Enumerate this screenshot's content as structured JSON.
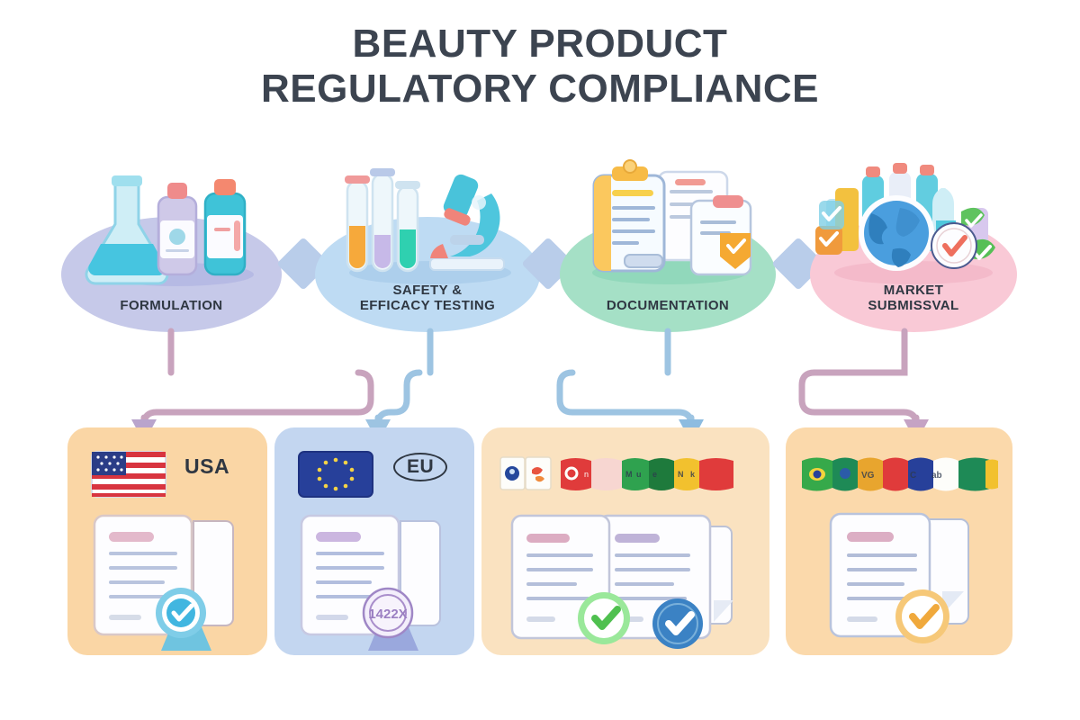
{
  "title": "BEAUTY PRODUCT\nREGULATORY COMPLIANCE",
  "background_color": "#ffffff",
  "title_color": "#3c4450",
  "process": {
    "connector_icon": "diamond-icon",
    "connector_color": "#b9cdea",
    "stages": [
      {
        "label": "FORMULATION",
        "color": "#c6c9e9",
        "art": "flask-and-bottles-icon"
      },
      {
        "label": "SAFETY &\nEFFICACY TESTING",
        "color": "#bedbf3",
        "art": "test-tubes-and-microscope-icon"
      },
      {
        "label": "DOCUMENTATION",
        "color": "#a5e0c6",
        "art": "clipboard-documents-icon"
      },
      {
        "label": "MARKET\nSUBMISSVAL",
        "color": "#f9c9d6",
        "art": "globe-and-products-icon"
      }
    ]
  },
  "connectors": {
    "left_color": "#c8a3bd",
    "mid_color": "#9dc4e2",
    "right_color": "#c8a3bd",
    "arrow_colors": [
      "#b9a4cc",
      "#9dc4e2",
      "#8dbce0",
      "#c5a3c4"
    ]
  },
  "regions": [
    {
      "code": "USA",
      "code_style": "plain",
      "bg_color": "#fad6a5",
      "flags": [
        "us-flag-icon"
      ],
      "seal": {
        "name": "check-seal-icon",
        "color": "#4fb9e0"
      },
      "documents": 2
    },
    {
      "code": "EU",
      "code_style": "oval",
      "bg_color": "#c3d6f0",
      "flags": [
        "eu-flag-icon"
      ],
      "seal": {
        "name": "stamp-seal-icon",
        "color": "#9f87c6",
        "text": "1422X"
      },
      "documents": 2
    },
    {
      "code": "",
      "code_style": "plain",
      "bg_color": "#fae2c0",
      "flags": [
        "japan-flag-icon",
        "korea-flag-icon",
        "china-flag-icon",
        "asean-flags-icon"
      ],
      "seal": {
        "name": "check-seal-icon",
        "color": "#5fc35f"
      },
      "seal2": {
        "name": "check-seal-icon",
        "color": "#3b82c4"
      },
      "documents": 3
    },
    {
      "code": "",
      "code_style": "plain",
      "bg_color": "#fbd9ab",
      "flags": [
        "brazil-flag-icon",
        "latam-flags-icon",
        "mexico-flag-icon"
      ],
      "seal": {
        "name": "check-seal-icon",
        "color": "#f0a93c"
      },
      "documents": 2
    }
  ]
}
